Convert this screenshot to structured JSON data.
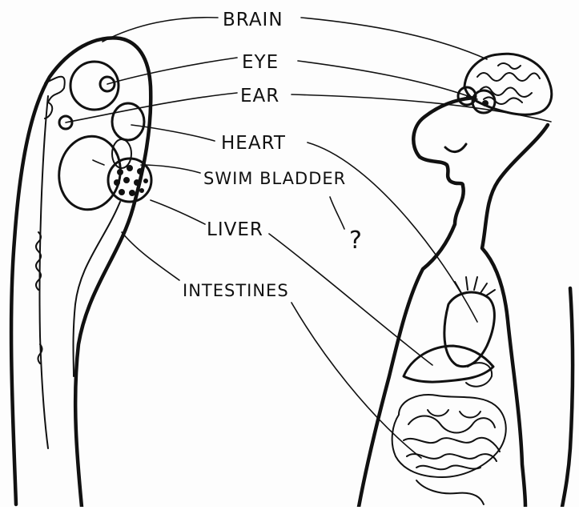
{
  "labels": {
    "brain": "BRAIN",
    "eye": "EYE",
    "ear": "EAR",
    "heart": "HEART",
    "swim_bladder": "SWIM BLADDER",
    "liver": "LIVER",
    "intestines": "INTESTINES",
    "question_mark": "?"
  },
  "colors": {
    "ink": "#111111",
    "paper": "#fdfdfd"
  }
}
